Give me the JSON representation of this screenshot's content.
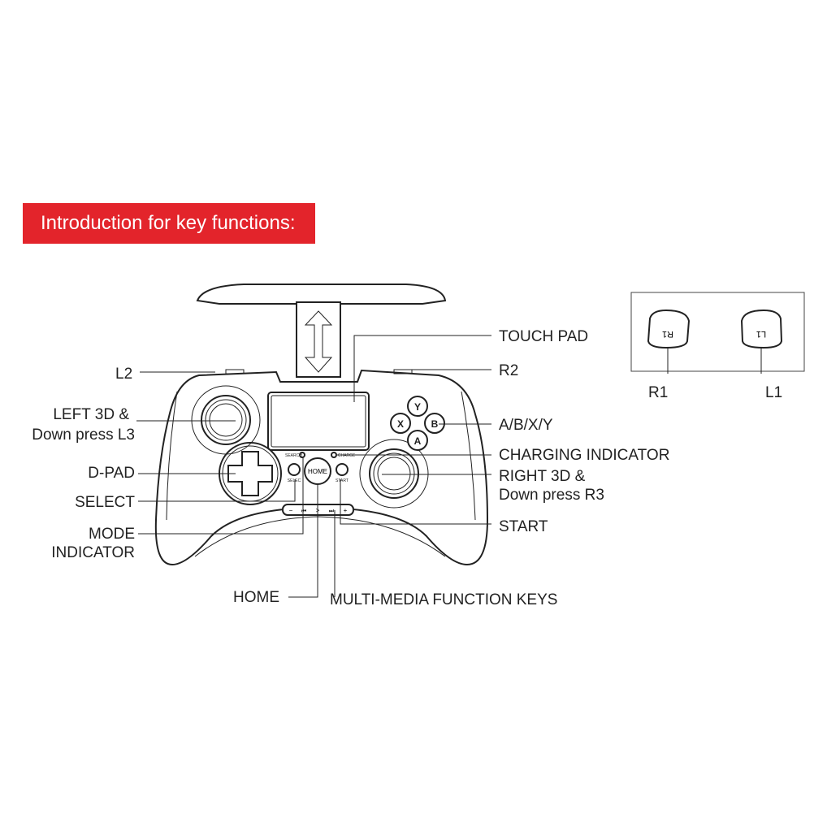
{
  "banner": {
    "title": "Introduction for key functions:",
    "color": "#e3242b"
  },
  "labels": {
    "touch_pad": "TOUCH PAD",
    "l2": "L2",
    "r2": "R2",
    "left3d_1": "LEFT 3D &",
    "left3d_2": "Down press L3",
    "abxy": "A/B/X/Y",
    "charging": "CHARGING INDICATOR",
    "dpad": "D-PAD",
    "right3d_1": "RIGHT 3D &",
    "right3d_2": "Down press R3",
    "select": "SELECT",
    "mode_1": "MODE",
    "mode_2": "INDICATOR",
    "start": "START",
    "home": "HOME",
    "multimedia": "MULTI-MEDIA FUNCTION KEYS",
    "r1": "R1",
    "l1": "L1"
  },
  "controller": {
    "home_btn": "HOME",
    "select_btn": "SELEC",
    "start_btn": "START",
    "search_led": "SEARCH",
    "charge_led": "CHARGE",
    "y": "Y",
    "x": "X",
    "b": "B",
    "a": "A",
    "r1_btn": "R1",
    "l1_btn": "L1",
    "media_keys": [
      "−",
      "⏮",
      ">",
      "⏭",
      "+"
    ]
  }
}
